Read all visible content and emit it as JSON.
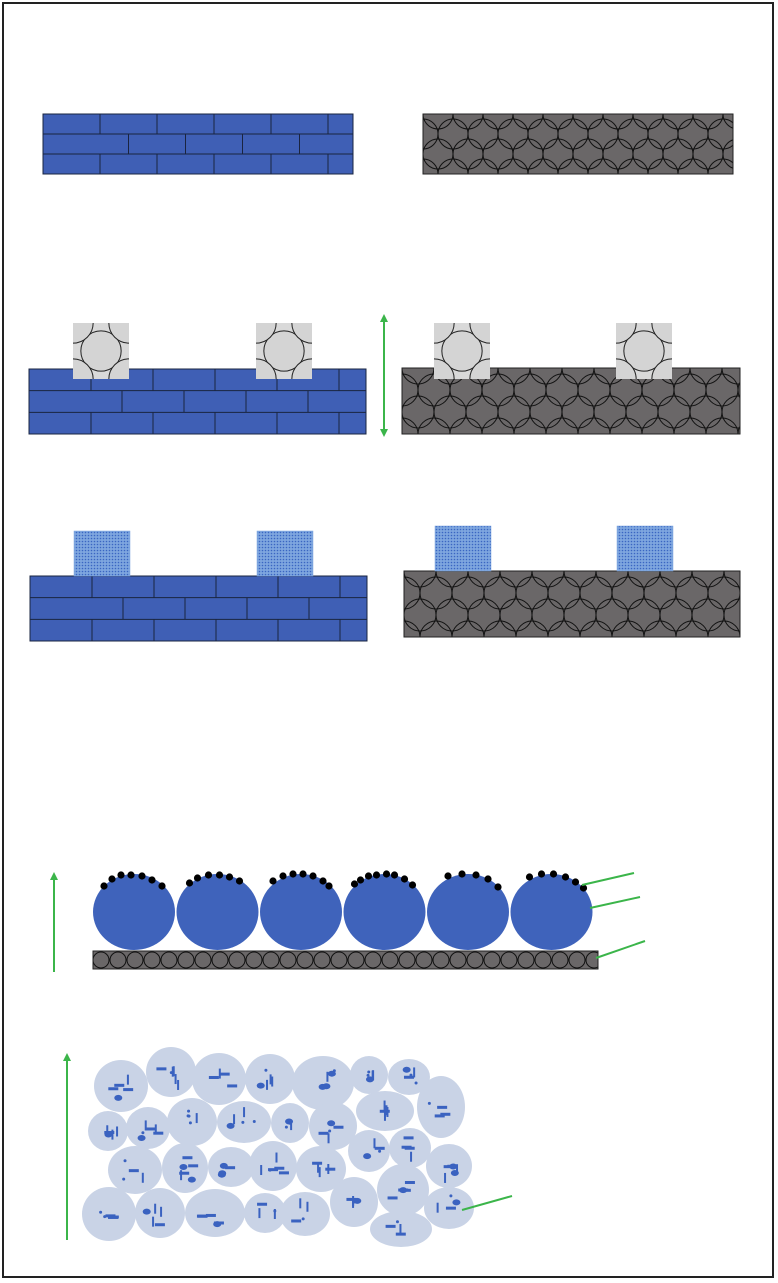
{
  "colors": {
    "brick": "#3f5fb5",
    "brick_line": "#1a2440",
    "porous": "#6a6768",
    "porous_circle": "#111111",
    "gray_square": "#d9d9d9",
    "gray_circle": "#d4d4d4",
    "mesh": "#6d9ad8",
    "mesh_dot": "#3a66c2",
    "big_circle": "#3f63bb",
    "particle_dot": "#000000",
    "arrow": "#3bb54a",
    "cluster": "#c9d3e6",
    "inclusion": "#3a62c0"
  },
  "panels": {
    "row1": [
      "brick-substrate",
      "porous-substrate"
    ],
    "row2": [
      "brick-substrate-with-packed-particles",
      "porous-substrate-with-packed-particles"
    ],
    "row3": [
      "brick-substrate-with-mesh-blocks",
      "porous-substrate-with-mesh-blocks"
    ],
    "row4": "particles-on-porous-layer",
    "row5": "clustered-aggregates"
  },
  "particle_layer": {
    "particle_count": 6,
    "labels": [
      "",
      "",
      ""
    ]
  },
  "aggregate": {
    "label": ""
  }
}
